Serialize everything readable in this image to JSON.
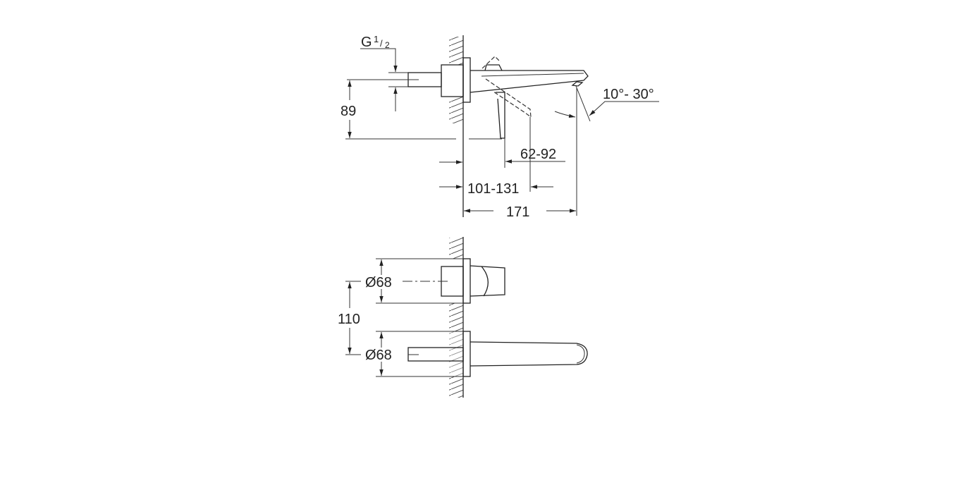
{
  "side_view": {
    "thread_label": "G",
    "thread_fraction_num": "1",
    "thread_fraction_den": "2",
    "height_label": "89",
    "angle_label": "10°- 30°",
    "lever_range_label": "62-92",
    "projection_range_label": "101-131",
    "spout_length_label": "171"
  },
  "front_view": {
    "upper_diameter_label": "Ø68",
    "lower_diameter_label": "Ø68",
    "spacing_label": "110"
  }
}
